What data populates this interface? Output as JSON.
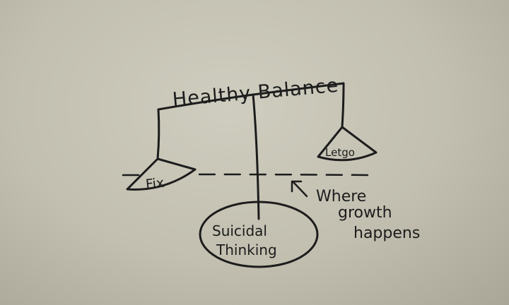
{
  "diagram": {
    "title": "Healthy Balance",
    "left_pan_label": "Fix",
    "right_pan_label": "Letgo",
    "base_label_line1": "Suicidal",
    "base_label_line2": "Thinking",
    "annotation_line1": "Where",
    "annotation_line2": "growth",
    "annotation_line3": "happens"
  },
  "colors": {
    "paper": "#c2bfb0",
    "ink": "#1c1c1c"
  }
}
